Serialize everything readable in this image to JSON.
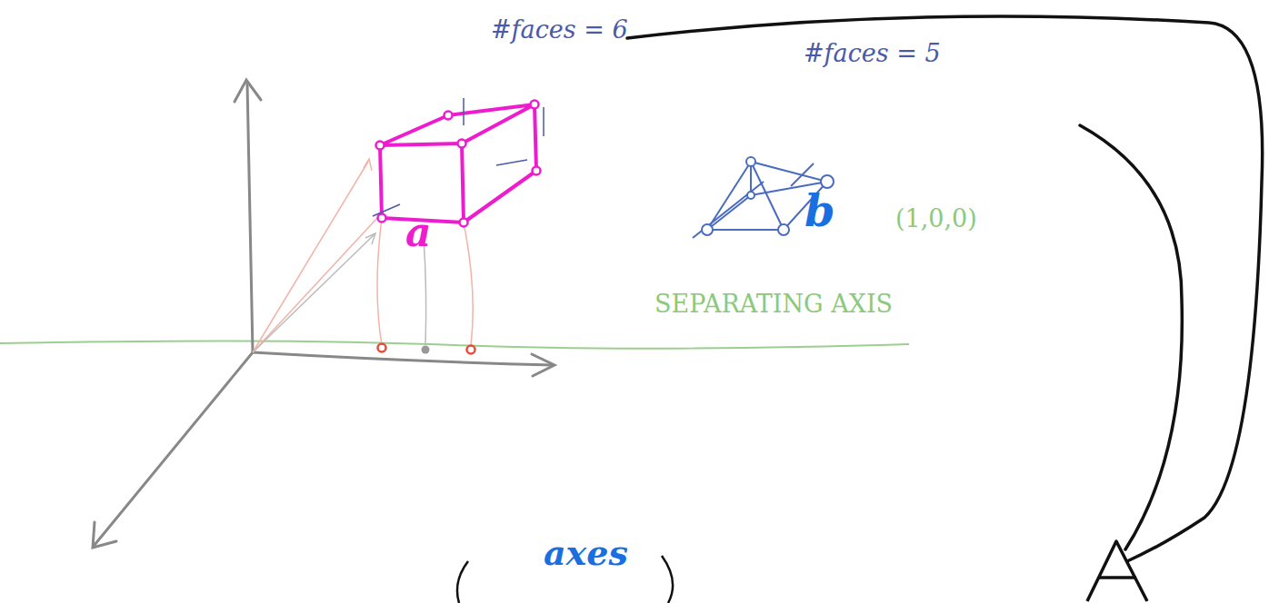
{
  "diagram": {
    "labels": [
      "#faces = 6",
      "#faces = 5",
      "a",
      "b",
      "(1,0,0)",
      "SEPARATING AXIS",
      "axes"
    ]
  }
}
